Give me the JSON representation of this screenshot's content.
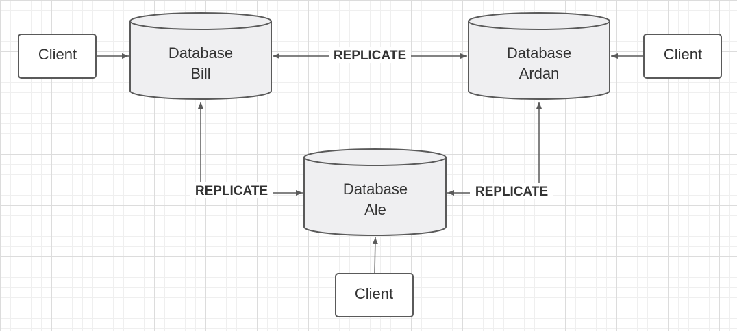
{
  "nodes": {
    "db_bill": {
      "line1": "Database",
      "line2": "Bill"
    },
    "db_ardan": {
      "line1": "Database",
      "line2": "Ardan"
    },
    "db_ale": {
      "line1": "Database",
      "line2": "Ale"
    },
    "client_left": {
      "label": "Client"
    },
    "client_right": {
      "label": "Client"
    },
    "client_bottom": {
      "label": "Client"
    }
  },
  "edges": {
    "bill_ardan": {
      "label": "REPLICATE"
    },
    "bill_ale": {
      "label": "REPLICATE"
    },
    "ardan_ale": {
      "label": "REPLICATE"
    }
  },
  "colors": {
    "stroke": "#5a5a5a",
    "cylinder_fill": "#efeff1",
    "text": "#333333"
  }
}
